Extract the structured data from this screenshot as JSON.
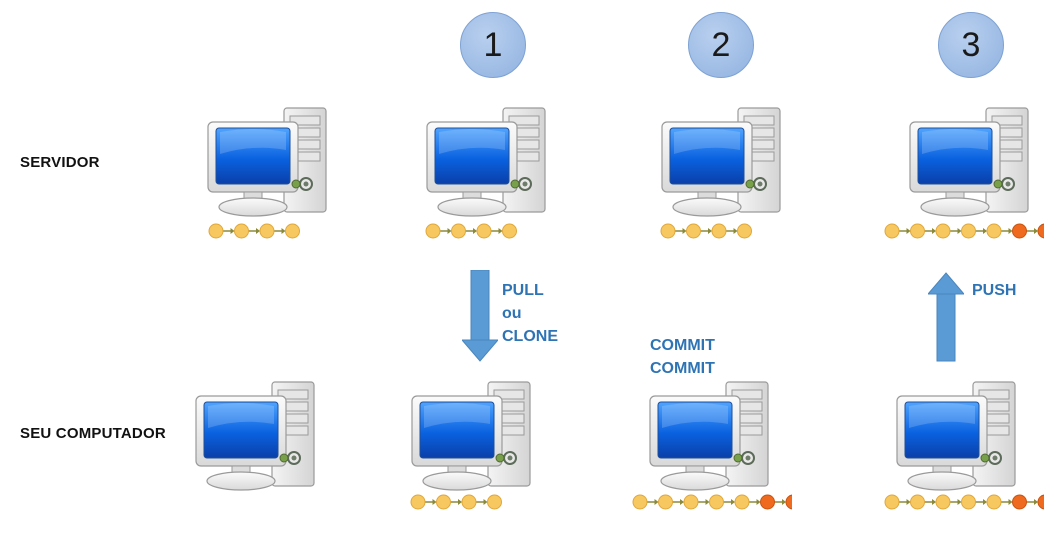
{
  "labels": {
    "server": "SERVIDOR",
    "local": "SEU COMPUTADOR"
  },
  "steps": [
    "1",
    "2",
    "3"
  ],
  "actions": {
    "pull": "PULL\nou\nCLONE",
    "commit": "COMMIT\nCOMMIT",
    "push": "PUSH"
  },
  "colors": {
    "commit_synced": "#f7c85f",
    "commit_new": "#ef6a1e",
    "connector": "#8a8a3a",
    "arrow": "#5b9bd5",
    "action_text": "#2e74b5",
    "badge": "#9ab8e4"
  },
  "commit_rows": {
    "server_0": [
      "synced",
      "synced",
      "synced",
      "synced"
    ],
    "server_1": [
      "synced",
      "synced",
      "synced",
      "synced"
    ],
    "server_2": [
      "synced",
      "synced",
      "synced",
      "synced"
    ],
    "server_3": [
      "synced",
      "synced",
      "synced",
      "synced",
      "synced",
      "new",
      "new"
    ],
    "local_0": [],
    "local_1": [
      "synced",
      "synced",
      "synced",
      "synced"
    ],
    "local_2": [
      "synced",
      "synced",
      "synced",
      "synced",
      "synced",
      "new",
      "new"
    ],
    "local_3": [
      "synced",
      "synced",
      "synced",
      "synced",
      "synced",
      "new",
      "new"
    ]
  },
  "icons": {
    "computer": "desktop-computer-icon",
    "arrow_down": "arrow-down-icon",
    "arrow_up": "arrow-up-icon"
  }
}
